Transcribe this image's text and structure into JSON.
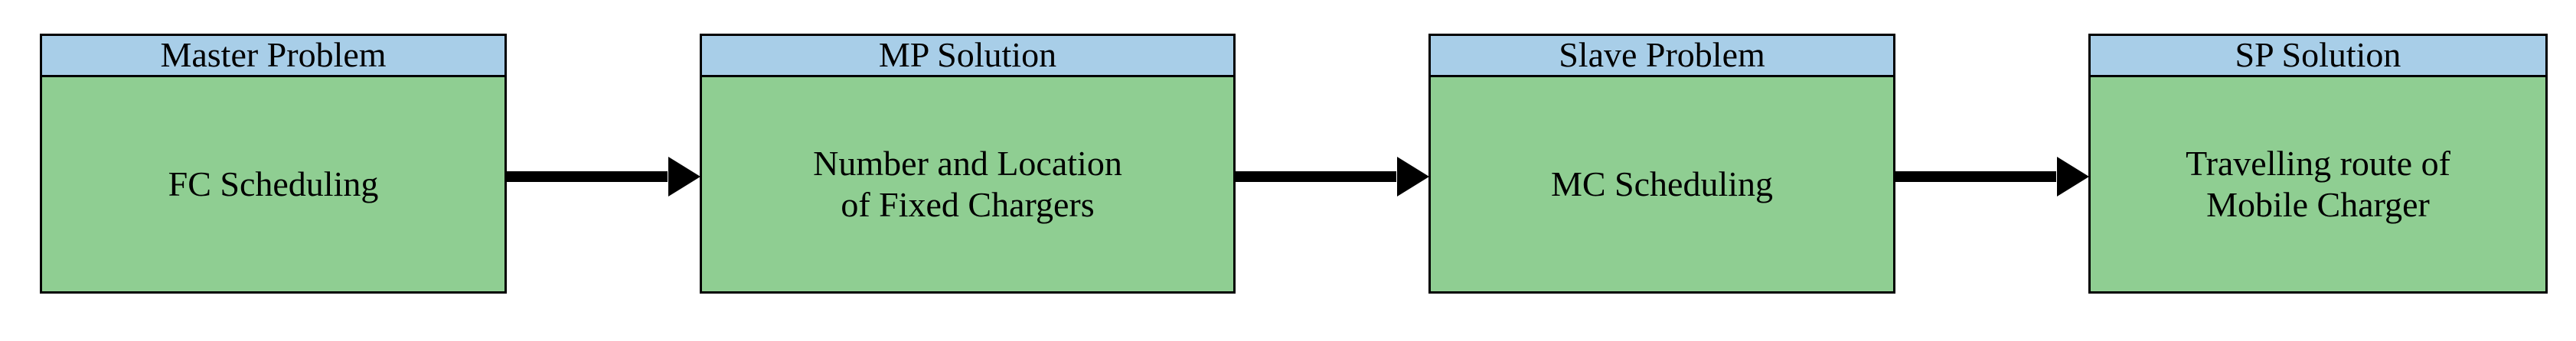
{
  "diagram": {
    "type": "flow-chain",
    "orientation": "left-to-right",
    "colors": {
      "header_fill": "#a8cee8",
      "body_fill": "#8fce92",
      "border": "#000000",
      "arrow": "#000000",
      "background": "#ffffff"
    },
    "nodes": [
      {
        "id": "master-problem",
        "header": "Master Problem",
        "body_lines": [
          "FC Scheduling"
        ]
      },
      {
        "id": "mp-solution",
        "header": "MP Solution",
        "body_lines": [
          "Number and Location",
          "of Fixed Chargers"
        ]
      },
      {
        "id": "slave-problem",
        "header": "Slave Problem",
        "body_lines": [
          "MC Scheduling"
        ]
      },
      {
        "id": "sp-solution",
        "header": "SP Solution",
        "body_lines": [
          "Travelling route of",
          "Mobile Charger"
        ]
      }
    ],
    "arrows": [
      {
        "id": "arrow-master-to-mp",
        "from": "master-problem",
        "to": "mp-solution"
      },
      {
        "id": "arrow-mp-to-slave",
        "from": "mp-solution",
        "to": "slave-problem"
      },
      {
        "id": "arrow-slave-to-sp",
        "from": "slave-problem",
        "to": "sp-solution"
      }
    ]
  }
}
